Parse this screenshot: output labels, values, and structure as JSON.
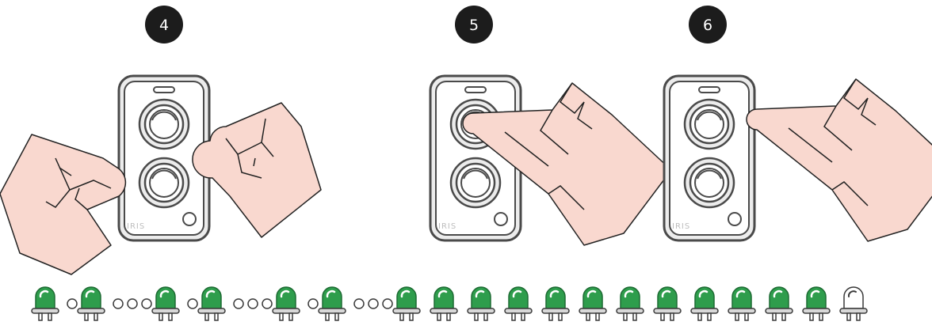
{
  "steps": [
    {
      "number": "4",
      "hands": "both-press-both-buttons"
    },
    {
      "number": "5",
      "hands": "press-top-button"
    },
    {
      "number": "6",
      "hands": "release-top-button"
    }
  ],
  "remote": {
    "brand": "IRIS"
  },
  "led_sequence": [
    "led-on",
    "dot",
    "led-on",
    "dot",
    "dot",
    "dot",
    "led-on",
    "dot",
    "led-on",
    "dot",
    "dot",
    "dot",
    "led-on",
    "dot",
    "led-on",
    "dot",
    "dot",
    "dot",
    "led-on",
    "led-on",
    "led-on",
    "led-on",
    "led-on",
    "led-on",
    "led-on",
    "led-on",
    "led-on",
    "led-on",
    "led-on",
    "led-on",
    "led-off"
  ],
  "colors": {
    "badge": "#1c1c1c",
    "led_green": "#2e9d4c",
    "led_green_dark": "#1d6b33",
    "led_off": "#ffffff",
    "hand_fill": "#f9d8cf",
    "remote_body": "#ececec",
    "remote_outline": "#4a4a4a"
  }
}
